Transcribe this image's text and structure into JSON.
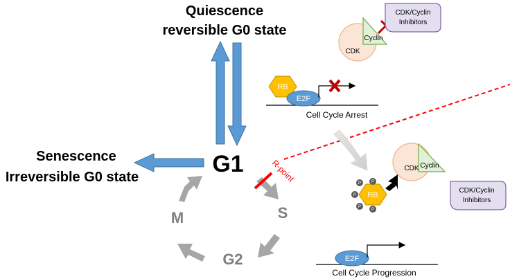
{
  "states": {
    "quiescence": "Quiescence",
    "quiescence_sub": "reversible G0 state",
    "senescence": "Senescence",
    "senescence_sub": "Irreversible G0 state"
  },
  "cycle": {
    "g1": "G1",
    "s": "S",
    "g2": "G2",
    "m": "M",
    "r_point": "R-point"
  },
  "complexes": {
    "cyclin": "Cyclin",
    "cdk": "CDK",
    "inhibitors_line1": "CDK/Cyclin",
    "inhibitors_line2": "Inhibitors",
    "rb": "RB",
    "e2f": "E2F",
    "phospho": "P"
  },
  "captions": {
    "arrest": "Cell Cycle Arrest",
    "progression": "Cell Cycle Progression"
  },
  "colors": {
    "blue_arrow": "#5b9bd5",
    "gray_arrow": "#a6a6a6",
    "rb_fill": "#ffc000",
    "e2f_fill": "#5b9bd5",
    "cdk_fill": "#fbe5d6",
    "cyclin_fill": "#e2f0d9",
    "inhibitor_fill": "#e4dff0",
    "red": "#c00000",
    "r_point_red": "#ff0000"
  }
}
